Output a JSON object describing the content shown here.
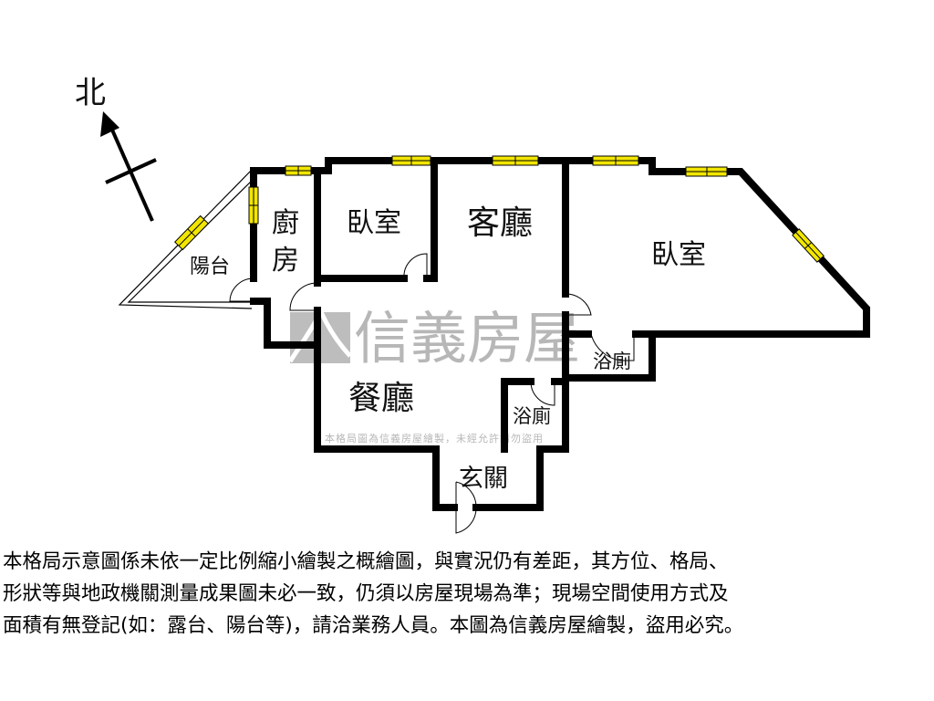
{
  "compass": {
    "label": "北"
  },
  "rooms": {
    "kitchen": "廚房",
    "kitchen_line1": "廚",
    "kitchen_line2": "房",
    "balcony": "陽台",
    "bedroom1": "臥室",
    "living": "客廳",
    "bedroom2": "臥室",
    "dining": "餐廳",
    "bath1": "浴廁",
    "bath2": "浴廁",
    "entrance": "玄關"
  },
  "watermark": {
    "brand": "信義房屋",
    "notice": "本格局圖為信義房屋繪製，未經允許請勿盜用"
  },
  "colors": {
    "wall": "#000000",
    "window": "#f2e600",
    "watermark": "#a0a0a0"
  },
  "disclaimer": [
    "本格局示意圖係未依一定比例縮小繪製之概繪圖，與實況仍有差距，其方位、格局、",
    "形狀等與地政機關測量成果圖未必一致，仍須以房屋現場為準；現場空間使用方式及",
    "面積有無登記(如：露台、陽台等)，請洽業務人員。本圖為信義房屋繪製，盜用必究。"
  ]
}
